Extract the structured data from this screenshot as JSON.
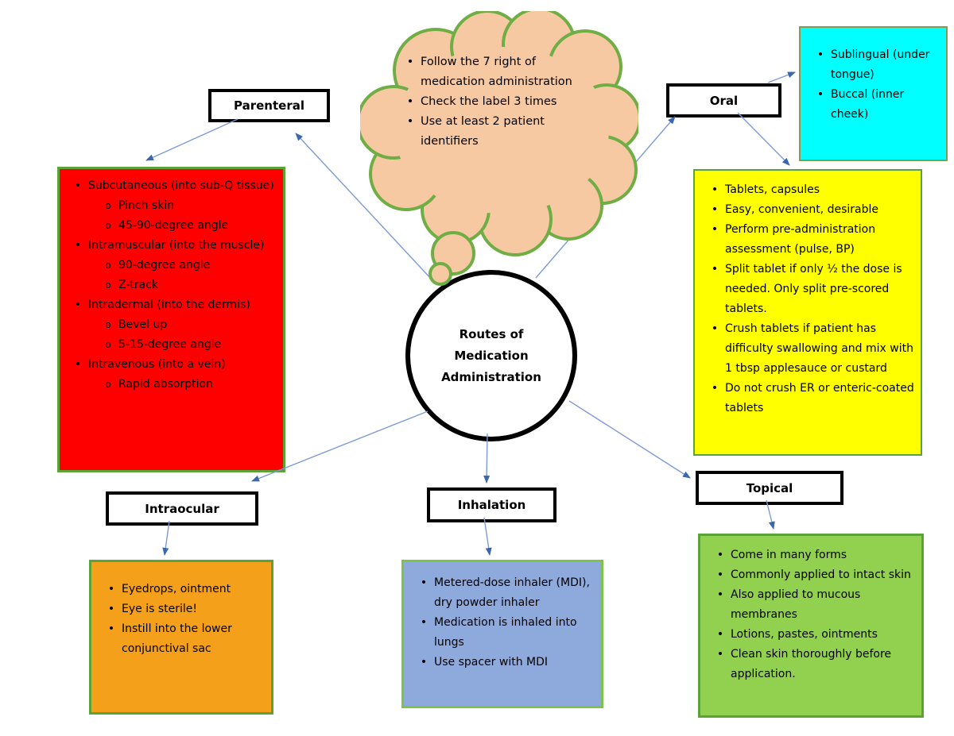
{
  "diagram_title": "Routes of Medication Administration",
  "center": {
    "lines": [
      "Routes of",
      "Medication",
      "Administration"
    ]
  },
  "cloud": {
    "items": [
      "Follow the 7 right of medication administration",
      "Check the label 3 times",
      "Use at least 2 patient identifiers"
    ]
  },
  "labels": {
    "parenteral": "Parenteral",
    "oral": "Oral",
    "intraocular": "Intraocular",
    "inhalation": "Inhalation",
    "topical": "Topical"
  },
  "boxes": {
    "parenteral": {
      "items": [
        {
          "text": "Subcutaneous (into sub-Q tissue)",
          "subs": [
            "Pinch skin",
            "45-90-degree angle"
          ]
        },
        {
          "text": "Intramuscular (into the muscle)",
          "subs": [
            "90-degree angle",
            "Z-track"
          ]
        },
        {
          "text": "Intradermal (into the dermis)",
          "subs": [
            "Bevel up",
            "5-15-degree angle"
          ]
        },
        {
          "text": "Intravenous (into a vein)",
          "subs": [
            "Rapid absorption"
          ]
        }
      ]
    },
    "sublingual": {
      "items": [
        "Sublingual (under tongue)",
        "Buccal (inner cheek)"
      ]
    },
    "oral": {
      "items": [
        "Tablets, capsules",
        "Easy, convenient, desirable",
        "Perform pre-administration assessment (pulse, BP)",
        "Split tablet if only ½ the dose is needed. Only split pre-scored tablets.",
        "Crush tablets if patient has difficulty swallowing and mix with 1 tbsp applesauce or custard",
        "Do not crush ER or enteric-coated tablets"
      ]
    },
    "intraocular": {
      "items": [
        "Eyedrops, ointment",
        "Eye is sterile!",
        "Instill into the lower conjunctival sac"
      ]
    },
    "inhalation": {
      "items": [
        "Metered-dose inhaler (MDI), dry powder inhaler",
        "Medication is inhaled into lungs",
        "Use spacer with MDI"
      ]
    },
    "topical": {
      "items": [
        "Come in many forms",
        "Commonly applied to intact skin",
        "Also applied to mucous membranes",
        "Lotions, pastes, ointments",
        "Clean skin thoroughly before application."
      ]
    }
  },
  "glyphs": {
    "bullet": "•",
    "sub_bullet": "o"
  },
  "colors": {
    "red_fill": "#FE0000",
    "red_border": "#5BA337",
    "cyan_fill": "#00FFFF",
    "cyan_border": "#7E9E53",
    "yellow_fill": "#FFFF00",
    "yellow_border": "#5BA337",
    "orange_fill": "#F5A01B",
    "orange_border": "#5BA337",
    "blue_fill": "#8EA9DB",
    "blue_border": "#7CC24B",
    "green_fill": "#92D050",
    "green_border": "#5BA337",
    "cloud_fill": "#F6C9A3",
    "cloud_border": "#6FAE44",
    "connector_line": "#7D9BD6",
    "connector_head": "#3B66B0"
  }
}
